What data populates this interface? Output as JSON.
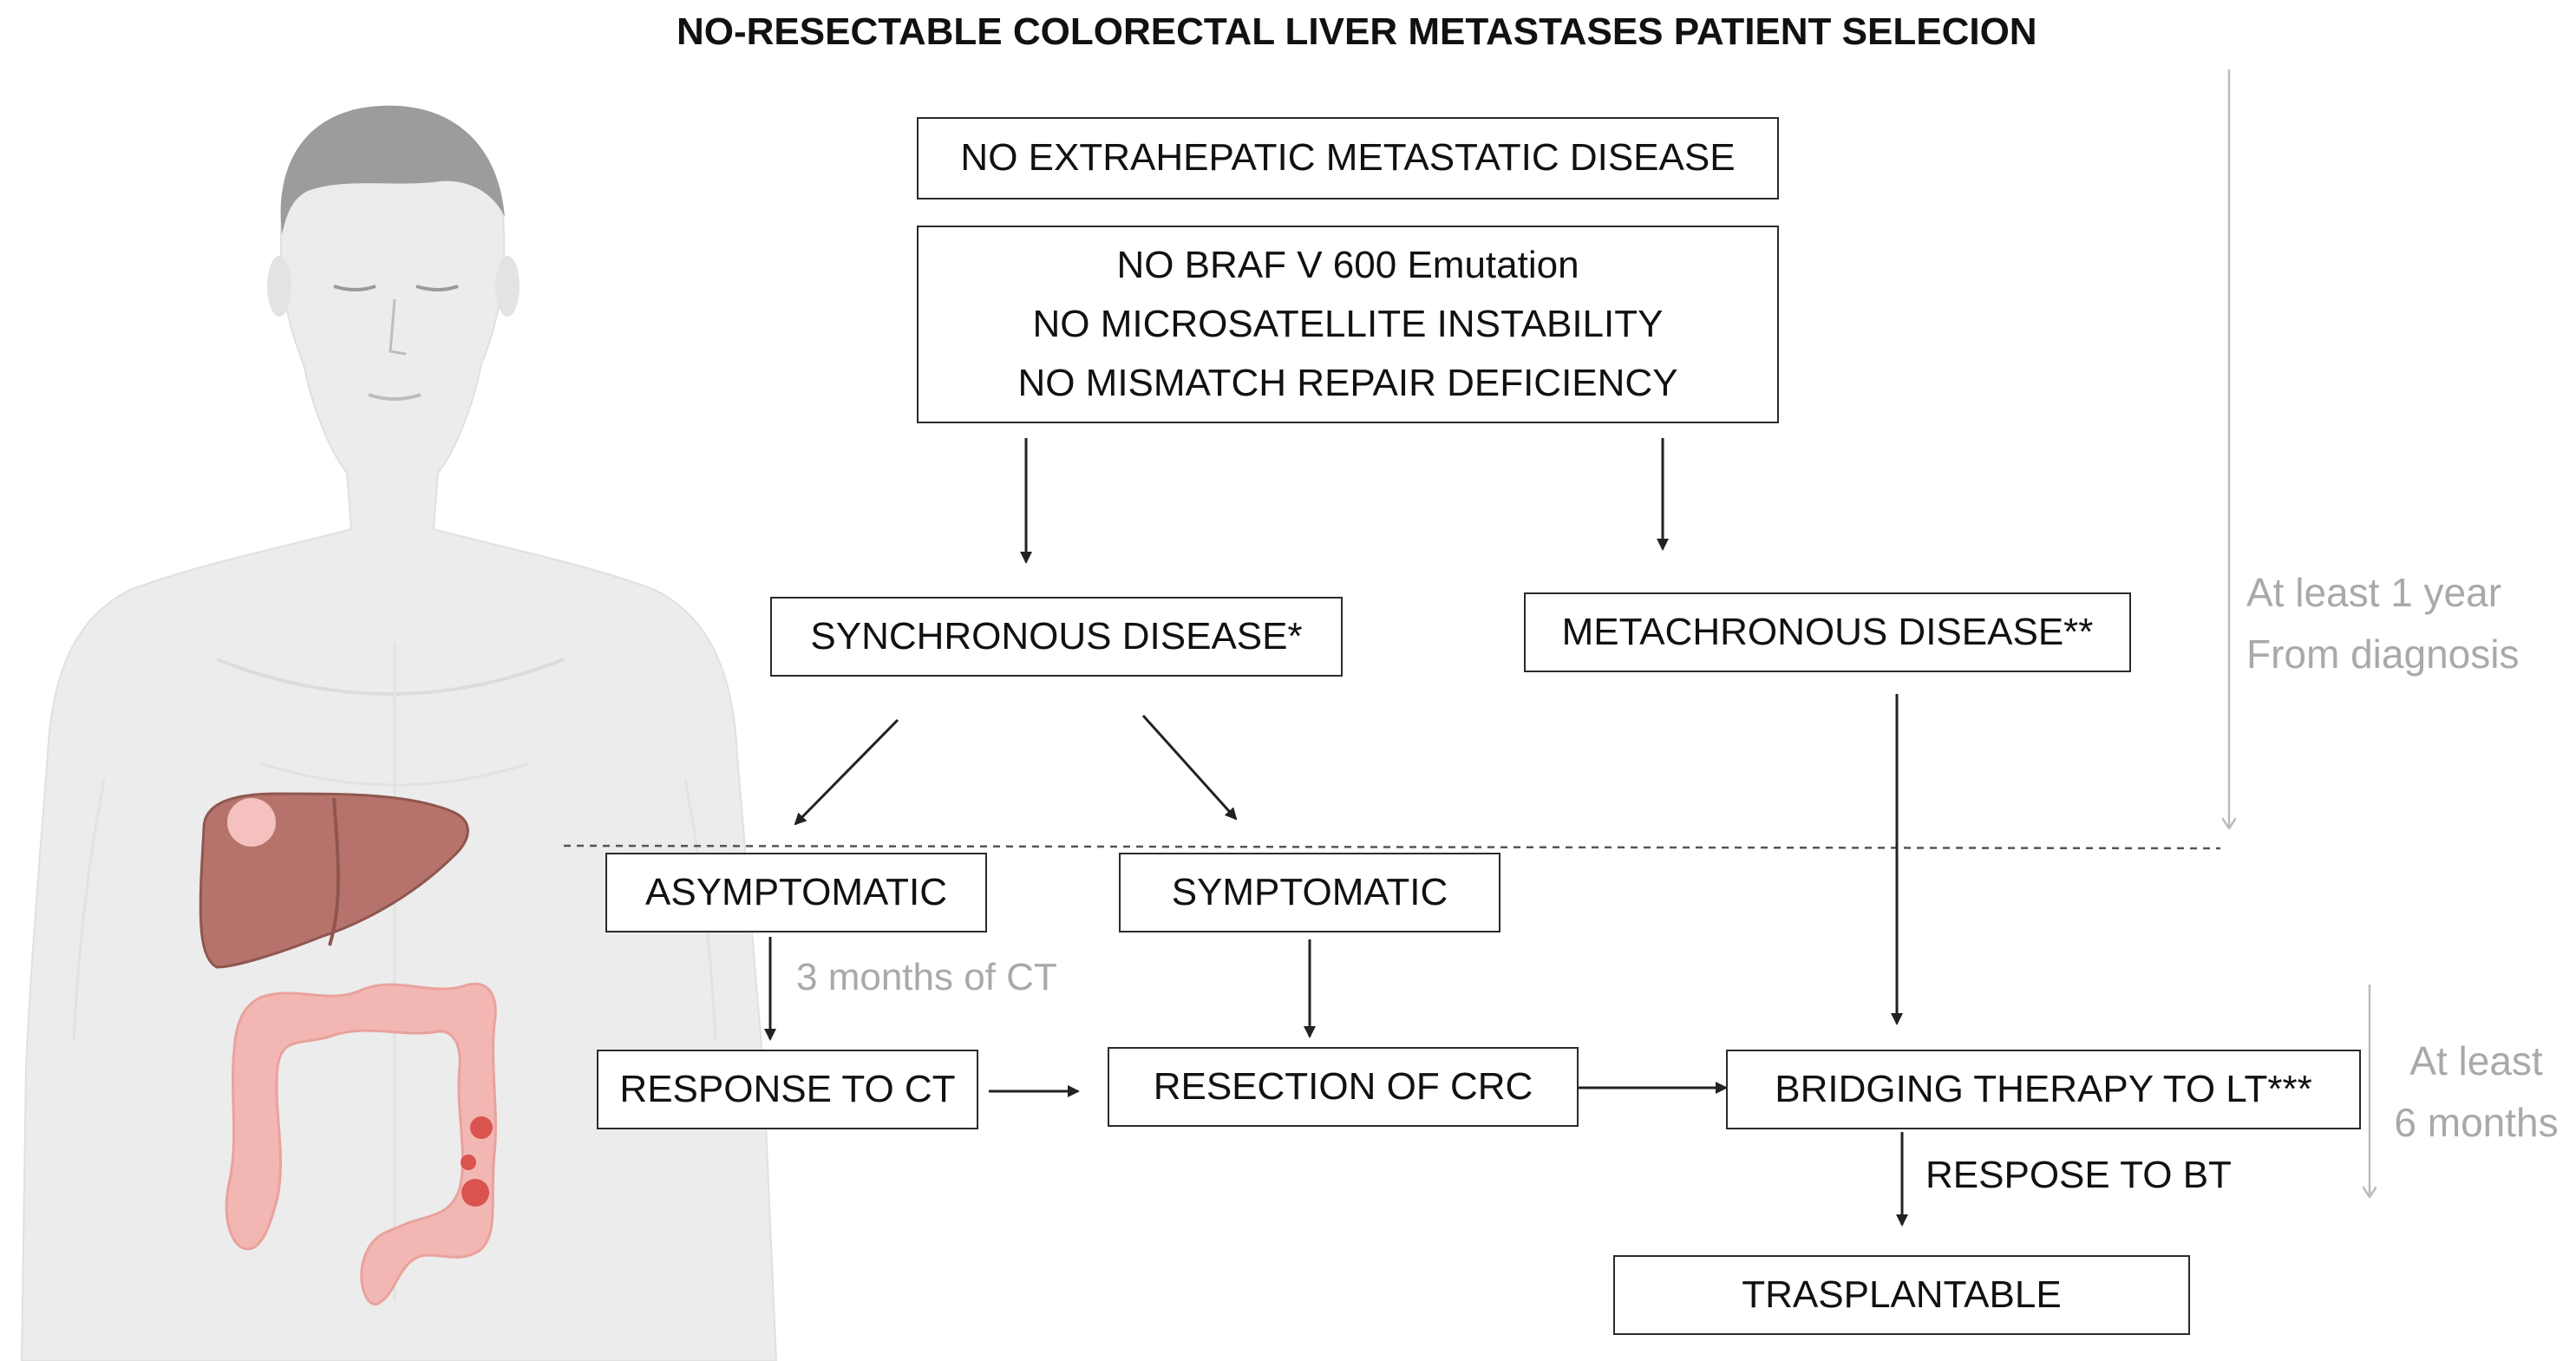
{
  "title": "NO-RESECTABLE COLORECTAL LIVER METASTASES PATIENT SELECION",
  "boxes": {
    "no_extrahepatic": "NO EXTRAHEPATIC METASTATIC DISEASE",
    "criteria": [
      "NO BRAF V 600 Emutation",
      "NO MICROSATELLITE INSTABILITY",
      "NO MISMATCH REPAIR DEFICIENCY"
    ],
    "synchronous": "SYNCHRONOUS DISEASE*",
    "metachronous": "METACHRONOUS DISEASE**",
    "asymptomatic": "ASYMPTOMATIC",
    "symptomatic": "SYMPTOMATIC",
    "response_ct": "RESPONSE TO CT",
    "resection_crc": "RESECTION OF CRC",
    "bridging": "BRIDGING THERAPY TO LT***",
    "trasplantable": "TRASPLANTABLE"
  },
  "edge_labels": {
    "three_months": "3 months of CT",
    "respose_bt": "RESPOSE TO BT"
  },
  "timeline": {
    "one_year": [
      "At least 1 year",
      "From diagnosis"
    ],
    "six_months": [
      "At least",
      "6 months"
    ]
  },
  "colors": {
    "border": "#2b2b2b",
    "muted_text": "#a9a9a9",
    "skin": "#ececec",
    "liver": "#b5736b",
    "colon": "#f2b7b3"
  },
  "figure": {
    "icons": [
      "human-torso-icon",
      "liver-icon",
      "colon-icon"
    ]
  }
}
